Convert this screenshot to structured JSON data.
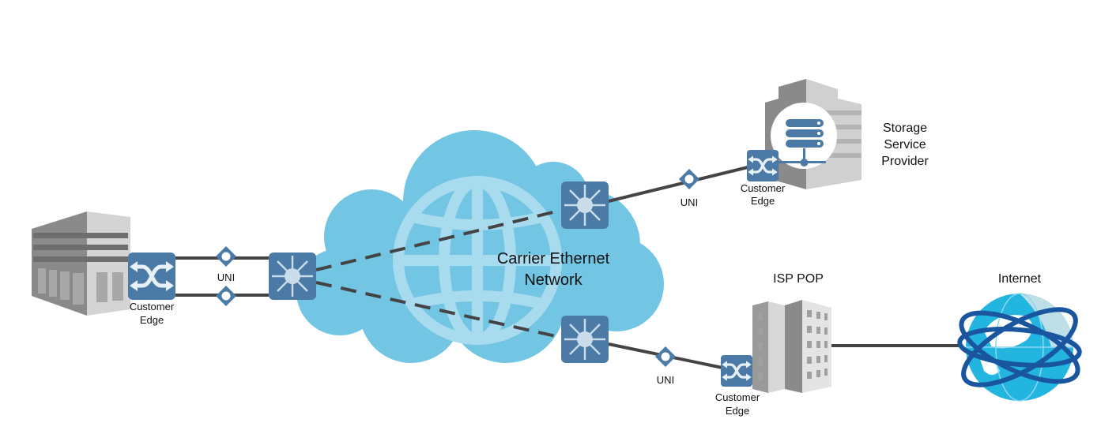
{
  "colors": {
    "device_blue": "#4a7aa5",
    "cloud_blue": "#72c5e3",
    "cloud_globe": "#a9dbef",
    "link_dark": "#444444",
    "internet_globe": "#22b5e0",
    "internet_rings": "#1a56a0"
  },
  "cloud": {
    "line1": "Carrier Ethernet",
    "line2": "Network"
  },
  "uni_label": "UNI",
  "customer_edge": {
    "line1": "Customer",
    "line2": "Edge"
  },
  "storage": {
    "line1": "Storage",
    "line2": "Service",
    "line3": "Provider"
  },
  "isp_label": "ISP POP",
  "internet_label": "Internet",
  "icons": [
    "office-building-icon",
    "switch-icon",
    "router-icon",
    "uni-diamond-icon",
    "cloud-icon",
    "globe-icon",
    "storage-server-icon",
    "isp-building-icon",
    "internet-globe-icon"
  ]
}
